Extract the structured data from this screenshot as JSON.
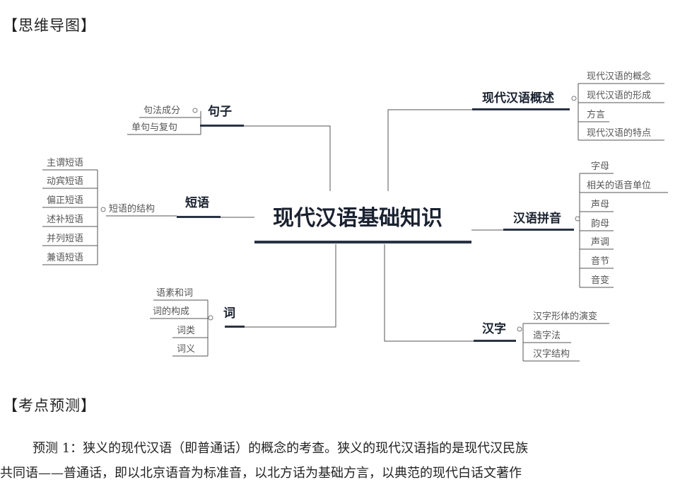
{
  "section_mindmap": "【思维导图】",
  "section_forecast": "【考点预测】",
  "paragraph": {
    "line1": "预测 1：狭义的现代汉语（即普通话）的概念的考查。狭义的现代汉语指的是现代汉民族",
    "line2": "共同语——普通话，即以北京语音为标准音，以北方话为基础方言，以典范的现代白话文著作"
  },
  "mindmap": {
    "root": "现代汉语基础知识",
    "sentence": {
      "label": "句子",
      "children": [
        "句法成分",
        "单句与复句"
      ]
    },
    "phrase": {
      "label": "短语",
      "sub": "短语的结构",
      "children": [
        "主谓短语",
        "动宾短语",
        "偏正短语",
        "述补短语",
        "并列短语",
        "兼语短语"
      ]
    },
    "word": {
      "label": "词",
      "children": [
        "语素和词",
        "词的构成",
        "词类",
        "词义"
      ]
    },
    "overview": {
      "label": "现代汉语概述",
      "children": [
        "现代汉语的概念",
        "现代汉语的形成",
        "方言",
        "现代汉语的特点"
      ]
    },
    "pinyin": {
      "label": "汉语拼音",
      "children": [
        "字母",
        "相关的语音单位",
        "声母",
        "韵母",
        "声调",
        "音节",
        "音变"
      ]
    },
    "hanzi": {
      "label": "汉字",
      "children": [
        "汉字形体的演变",
        "造字法",
        "汉字结构"
      ]
    }
  }
}
